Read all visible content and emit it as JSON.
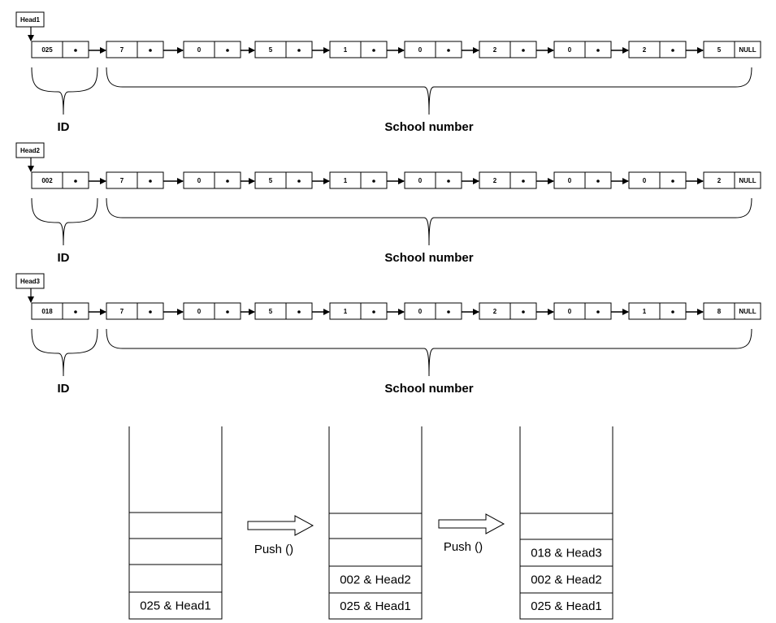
{
  "lists": [
    {
      "head": "Head1",
      "id": "025",
      "digits": [
        "7",
        "0",
        "5",
        "1",
        "0",
        "2",
        "0",
        "2",
        "5"
      ],
      "null_label": "NULL",
      "id_label": "ID",
      "school_label": "School number"
    },
    {
      "head": "Head2",
      "id": "002",
      "digits": [
        "7",
        "0",
        "5",
        "1",
        "0",
        "2",
        "0",
        "0",
        "2"
      ],
      "null_label": "NULL",
      "id_label": "ID",
      "school_label": "School number"
    },
    {
      "head": "Head3",
      "id": "018",
      "digits": [
        "7",
        "0",
        "5",
        "1",
        "0",
        "2",
        "0",
        "1",
        "8"
      ],
      "null_label": "NULL",
      "id_label": "ID",
      "school_label": "School number"
    }
  ],
  "stacks": [
    {
      "entries": [
        "025 & Head1"
      ]
    },
    {
      "entries": [
        "025 & Head1",
        "002 & Head2"
      ]
    },
    {
      "entries": [
        "025 & Head1",
        "002 & Head2",
        "018 & Head3"
      ]
    }
  ],
  "operations": [
    "Push ()",
    "Push ()"
  ]
}
